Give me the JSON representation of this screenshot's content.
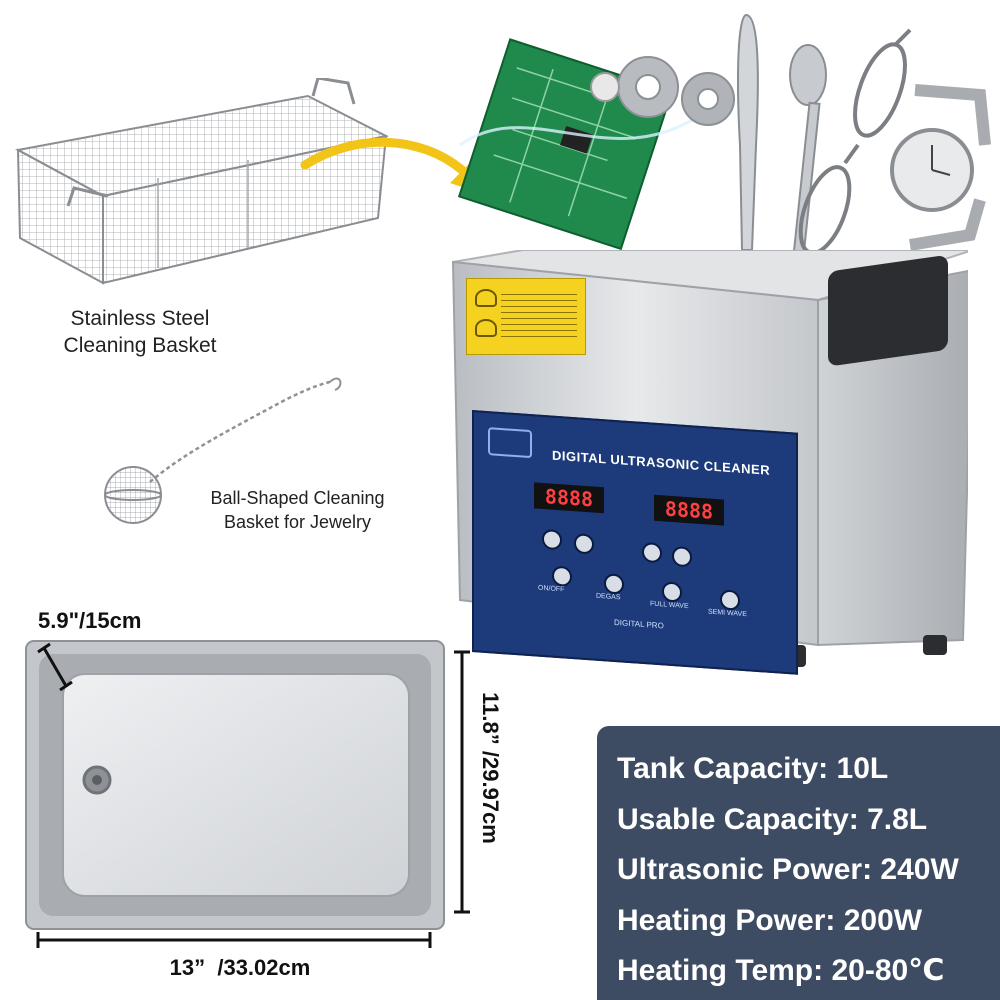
{
  "labels": {
    "basket_line1": "Stainless Steel",
    "basket_line2": "Cleaning Basket",
    "ball_line1": "Ball-Shaped Cleaning",
    "ball_line2": "Basket for Jewelry"
  },
  "panel": {
    "title": "DIGITAL ULTRASONIC CLEANER",
    "brand": "DIGITAL PRO",
    "display_left": "8888",
    "display_right": "8888",
    "button_labels": [
      "ON/OFF",
      "DEGAS",
      "FULL WAVE",
      "SEMI WAVE"
    ]
  },
  "dimensions": {
    "depth": "5.9\"/15cm",
    "width": "11.8” /29.97cm",
    "length": "13”  /33.02cm"
  },
  "specs": [
    "Tank Capacity: 10L",
    "Usable Capacity: 7.8L",
    "Ultrasonic Power: 240W",
    "Heating Power: 200W",
    "Heating Temp: 20-80℃"
  ],
  "colors": {
    "spec_panel": "#3d4b63",
    "arrow": "#f2c418",
    "control_panel": "#1d3a7a",
    "steel": "#c9ccd0",
    "warning_label": "#f4d21f"
  }
}
